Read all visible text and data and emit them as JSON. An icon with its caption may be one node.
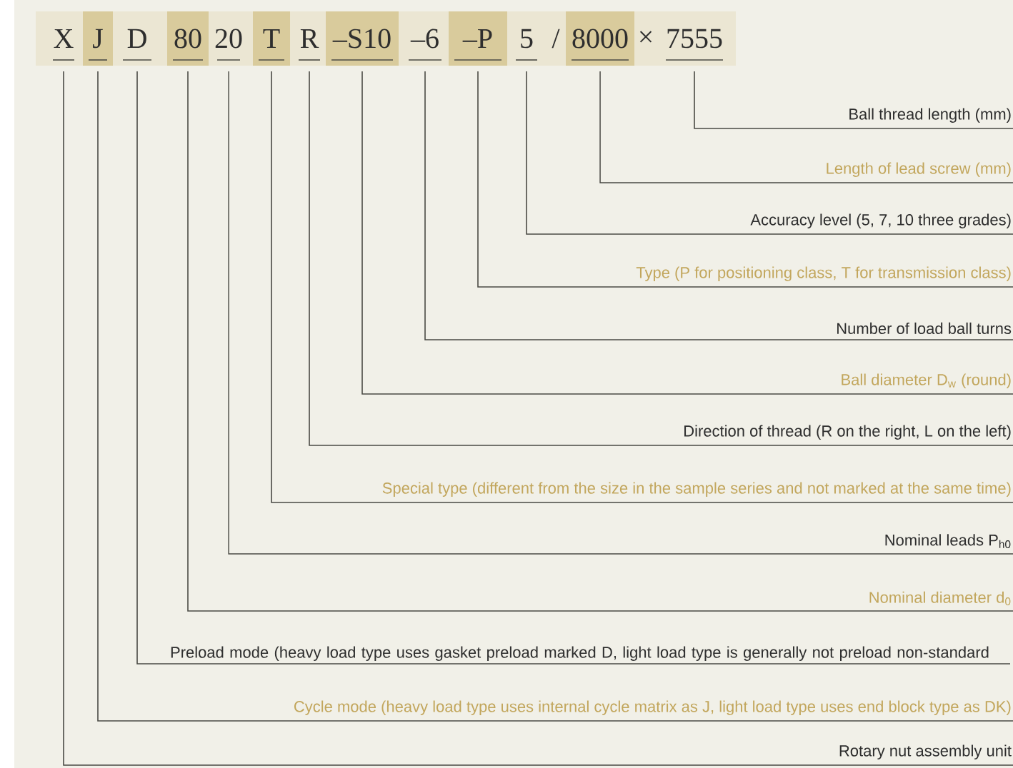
{
  "diagram": {
    "nodes": [
      {
        "text": [
          "X"
        ]
      },
      {
        "text": [
          "J"
        ]
      },
      {
        "text": [
          "D"
        ]
      },
      {
        "text": [
          "80"
        ]
      },
      {
        "text": [
          "20"
        ]
      },
      {
        "text": [
          "T"
        ]
      },
      {
        "text": [
          "R"
        ]
      },
      {
        "text": [
          "–S10"
        ]
      },
      {
        "text": [
          "–6"
        ]
      },
      {
        "text": [
          "–P"
        ]
      },
      {
        "text": [
          "5"
        ]
      },
      {
        "text": [
          "8000"
        ]
      },
      {
        "text": [
          "7555"
        ]
      },
      {
        "text": [
          "Ball thread length (mm)"
        ]
      },
      {
        "text": [
          "Length of lead screw (mm)"
        ]
      },
      {
        "text": [
          "Accuracy level (5, 7, 10 three grades)"
        ]
      },
      {
        "text": [
          "Type (P for positioning class, T for transmission class)"
        ]
      },
      {
        "text": [
          "Number of load ball turns"
        ]
      },
      {
        "text": [
          "Ball diameter D$_{w}$ (round)"
        ]
      },
      {
        "text": [
          "Direction of thread (R on the right, L on the left)"
        ]
      },
      {
        "text": [
          "Special type (different from the size in the sample series and not marked at the same time)"
        ]
      },
      {
        "text": [
          "Nominal leads P$_{h0}$"
        ]
      },
      {
        "text": [
          "Nominal diameter d$_{0}$"
        ]
      },
      {
        "text": [
          "Preload mode (heavy load type uses gasket preload marked D, light load type is generally not preload non-standard"
        ]
      },
      {
        "text": [
          "Cycle mode (heavy load type uses internal cycle matrix as J, light load type uses end block type as DK)"
        ]
      },
      {
        "text": [
          "Rotary nut assembly unit"
        ]
      }
    ],
    "edges": [
      {
        "from": 12,
        "to": 13,
        "arrow": "none"
      },
      {
        "from": 11,
        "to": 14,
        "arrow": "none"
      },
      {
        "from": 10,
        "to": 15,
        "arrow": "none"
      },
      {
        "from": 9,
        "to": 16,
        "arrow": "none"
      },
      {
        "from": 8,
        "to": 17,
        "arrow": "none"
      },
      {
        "from": 7,
        "to": 18,
        "arrow": "none"
      },
      {
        "from": 6,
        "to": 19,
        "arrow": "none"
      },
      {
        "from": 5,
        "to": 20,
        "arrow": "none"
      },
      {
        "from": 4,
        "to": 21,
        "arrow": "none"
      },
      {
        "from": 3,
        "to": 22,
        "arrow": "none"
      },
      {
        "from": 2,
        "to": 23,
        "arrow": "none"
      },
      {
        "from": 1,
        "to": 24,
        "arrow": "none"
      },
      {
        "from": 0,
        "to": 25,
        "arrow": "none"
      }
    ],
    "labels": [
      "/",
      "×"
    ]
  }
}
